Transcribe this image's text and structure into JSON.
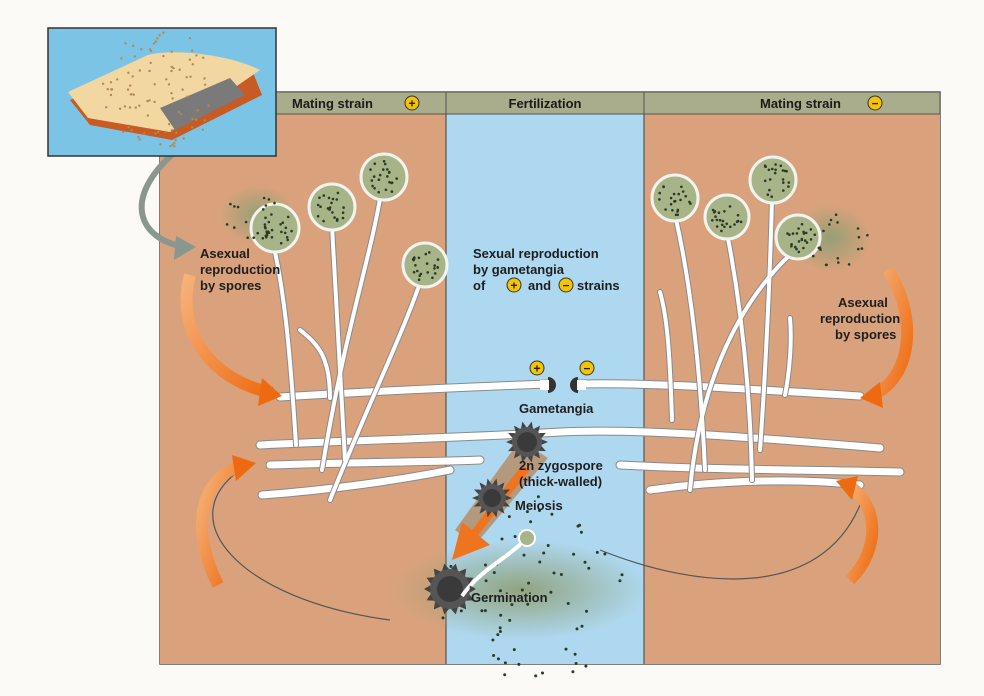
{
  "headers": {
    "left": "Mating strain",
    "left_sign": "+",
    "center": "Fertilization",
    "right": "Mating strain",
    "right_sign": "−"
  },
  "labels": {
    "asexual_left_1": "Asexual",
    "asexual_left_2": "reproduction",
    "asexual_left_3": "by spores",
    "asexual_right_1": "Asexual",
    "asexual_right_2": "reproduction",
    "asexual_right_3": "by spores",
    "sexual_1": "Sexual reproduction",
    "sexual_2": "by gametangia",
    "sexual_3_pre": "of",
    "sexual_3_mid": "and",
    "sexual_3_post": "strains",
    "gametangia": "Gametangia",
    "zygospore_1": "2n zygospore",
    "zygospore_2": "(thick-walled)",
    "meiosis": "Meiosis",
    "germination": "Germination",
    "plus": "+",
    "minus": "−"
  },
  "colors": {
    "strain_panel": "#d9a27c",
    "fertilization_panel": "#aed8ef",
    "header_bar": "#a9ad8b",
    "hyphae": "#ffffff",
    "sporangium": "#a6b487",
    "arrow_orange": "#f07a22",
    "sign_circle": "#f5c400"
  }
}
